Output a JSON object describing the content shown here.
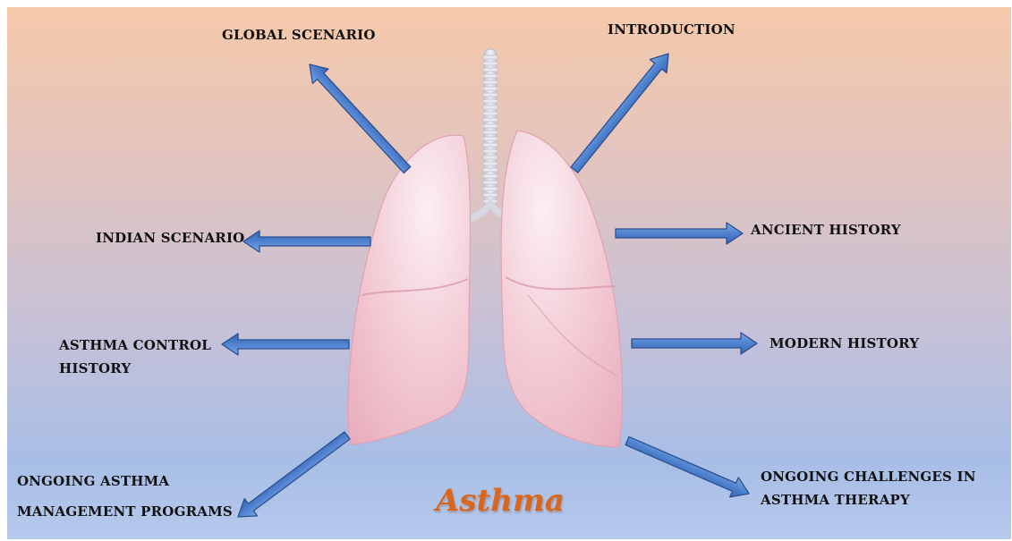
{
  "diagram": {
    "center_label": "Asthma",
    "topics": {
      "global_scenario": "GLOBAL SCENARIO",
      "introduction": "INTRODUCTION",
      "indian_scenario": "INDIAN SCENARIO",
      "ancient_history": "ANCIENT HISTORY",
      "asthma_control_history": [
        "ASTHMA CONTROL",
        "HISTORY"
      ],
      "modern_history": "MODERN HISTORY",
      "ongoing_management": [
        "ONGOING ASTHMA",
        "MANAGEMENT PROGRAMS"
      ],
      "ongoing_challenges": [
        "ONGOING CHALLENGES IN",
        "ASTHMA THERAPY"
      ]
    }
  },
  "colors": {
    "arrow_fill": "#4f82cf",
    "arrow_stroke": "#2b4f8f",
    "lung_fill": "#f3c9d2",
    "trachea": "#dddee6",
    "title": "#d9661f"
  }
}
